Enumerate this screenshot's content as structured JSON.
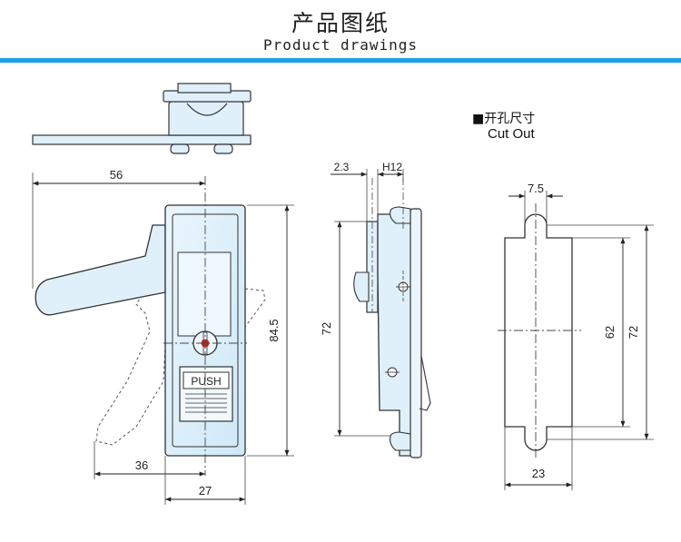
{
  "header": {
    "title_cn": "产品图纸",
    "title_en": "Product drawings"
  },
  "colors": {
    "accent": "#1aa2e6",
    "part_fill": "#dff0fb",
    "part_stroke": "#333333",
    "indicator": "#e0281e"
  },
  "front_view": {
    "dim_width_total": "56",
    "dim_height": "84.5",
    "dim_lever_offset": "36",
    "dim_width_body": "27",
    "button_label": "PUSH"
  },
  "side_view": {
    "dim_thickness": "2.3",
    "dim_fit": "H12",
    "dim_height": "72"
  },
  "cutout": {
    "title_cn": "■开孔尺寸",
    "title_en": "Cut Out",
    "dim_tab": "7.5",
    "dim_inner": "62",
    "dim_outer": "72",
    "dim_width": "23"
  }
}
